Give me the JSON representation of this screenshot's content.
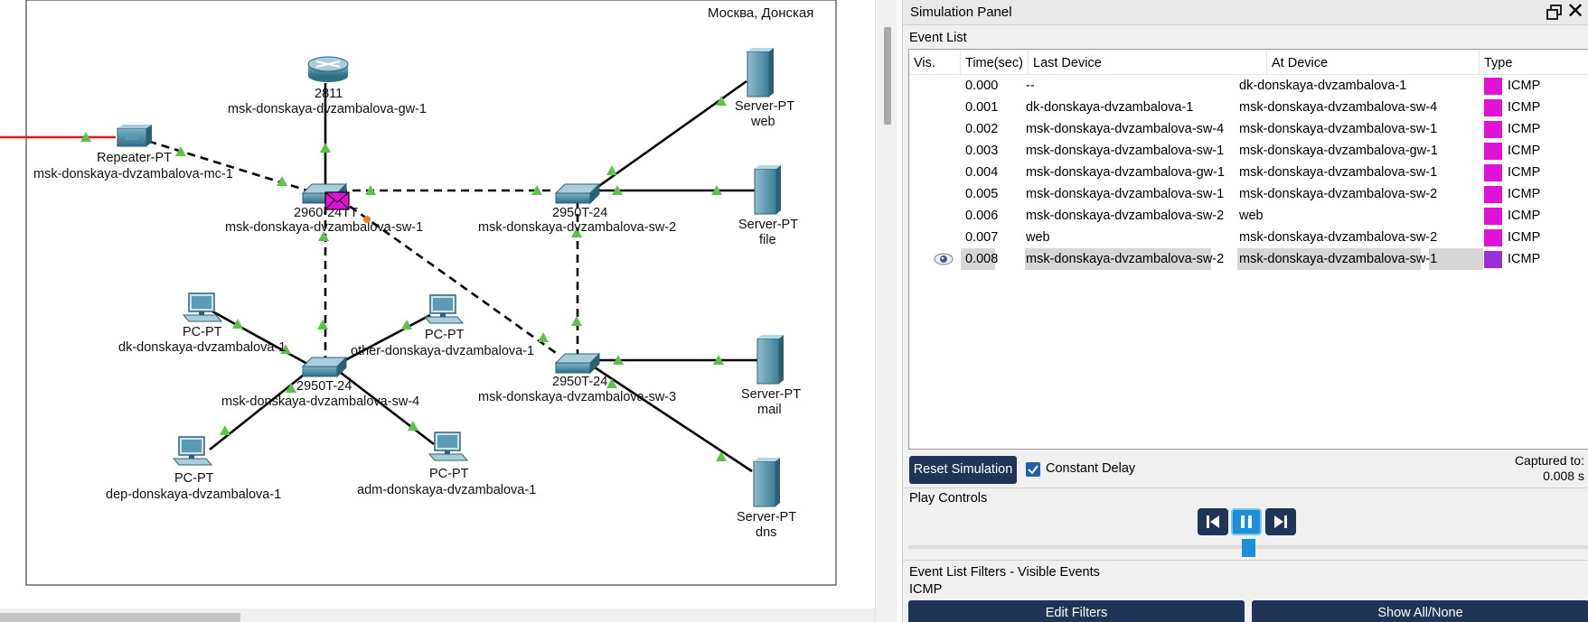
{
  "canvas": {
    "region_label": "Москва, Донская",
    "devices": {
      "gw_model": "2811",
      "gw_name": "msk-donskaya-dvzambalova-gw-1",
      "repeater_model": "Repeater-PT",
      "repeater_name": "msk-donskaya-dvzambalova-mc-1",
      "sw1_model": "2960-24TT",
      "sw1_name": "msk-donskaya-dvzambalova-sw-1",
      "sw2_model": "2950T-24",
      "sw2_name": "msk-donskaya-dvzambalova-sw-2",
      "sw3_model": "2950T-24",
      "sw3_name": "msk-donskaya-dvzambalova-sw-3",
      "sw4_model": "2950T-24",
      "sw4_name": "msk-donskaya-dvzambalova-sw-4",
      "web_model": "Server-PT",
      "web_name": "web",
      "file_model": "Server-PT",
      "file_name": "file",
      "mail_model": "Server-PT",
      "mail_name": "mail",
      "dns_model": "Server-PT",
      "dns_name": "dns",
      "pc_dk_model": "PC-PT",
      "pc_dk_name": "dk-donskaya-dvzambalova-1",
      "pc_other_model": "PC-PT",
      "pc_other_name": "other-donskaya-dvzambalova-1",
      "pc_dep_model": "PC-PT",
      "pc_dep_name": "dep-donskaya-dvzambalova-1",
      "pc_adm_model": "PC-PT",
      "pc_adm_name": "adm-donskaya-dvzambalova-1"
    }
  },
  "panel": {
    "title": "Simulation Panel",
    "event_list_label": "Event List",
    "columns": {
      "vis": "Vis.",
      "time": "Time(sec)",
      "last": "Last Device",
      "at": "At Device",
      "type": "Type"
    },
    "events": [
      {
        "time": "0.000",
        "last": "--",
        "at": "dk-donskaya-dvzambalova-1",
        "type": "ICMP",
        "color": "#e012d6"
      },
      {
        "time": "0.001",
        "last": "dk-donskaya-dvzambalova-1",
        "at": "msk-donskaya-dvzambalova-sw-4",
        "type": "ICMP",
        "color": "#e012d6"
      },
      {
        "time": "0.002",
        "last": "msk-donskaya-dvzambalova-sw-4",
        "at": "msk-donskaya-dvzambalova-sw-1",
        "type": "ICMP",
        "color": "#e012d6"
      },
      {
        "time": "0.003",
        "last": "msk-donskaya-dvzambalova-sw-1",
        "at": "msk-donskaya-dvzambalova-gw-1",
        "type": "ICMP",
        "color": "#e012d6"
      },
      {
        "time": "0.004",
        "last": "msk-donskaya-dvzambalova-gw-1",
        "at": "msk-donskaya-dvzambalova-sw-1",
        "type": "ICMP",
        "color": "#e012d6"
      },
      {
        "time": "0.005",
        "last": "msk-donskaya-dvzambalova-sw-1",
        "at": "msk-donskaya-dvzambalova-sw-2",
        "type": "ICMP",
        "color": "#e012d6"
      },
      {
        "time": "0.006",
        "last": "msk-donskaya-dvzambalova-sw-2",
        "at": "web",
        "type": "ICMP",
        "color": "#e012d6"
      },
      {
        "time": "0.007",
        "last": "web",
        "at": "msk-donskaya-dvzambalova-sw-2",
        "type": "ICMP",
        "color": "#e012d6"
      },
      {
        "time": "0.008",
        "last": "msk-donskaya-dvzambalova-sw-2",
        "at": "msk-donskaya-dvzambalova-sw-1",
        "type": "ICMP",
        "color": "#9b30d9",
        "selected": true,
        "visible": true
      }
    ],
    "reset_label": "Reset Simulation",
    "constant_delay_label": "Constant Delay",
    "constant_delay_checked": true,
    "captured_label": "Captured to:",
    "captured_value": "0.008 s",
    "play_controls_label": "Play Controls",
    "filters_label": "Event List Filters - Visible Events",
    "filters_value": "ICMP",
    "edit_filters_label": "Edit Filters",
    "show_all_label": "Show All/None",
    "colors": {
      "button_dark": "#1f3456",
      "accent_blue": "#1d8fd8",
      "icmp_magenta": "#e012d6",
      "icmp_purple": "#9b30d9",
      "link_red": "#e01818",
      "link_arrow_green": "#5cc24a"
    }
  }
}
